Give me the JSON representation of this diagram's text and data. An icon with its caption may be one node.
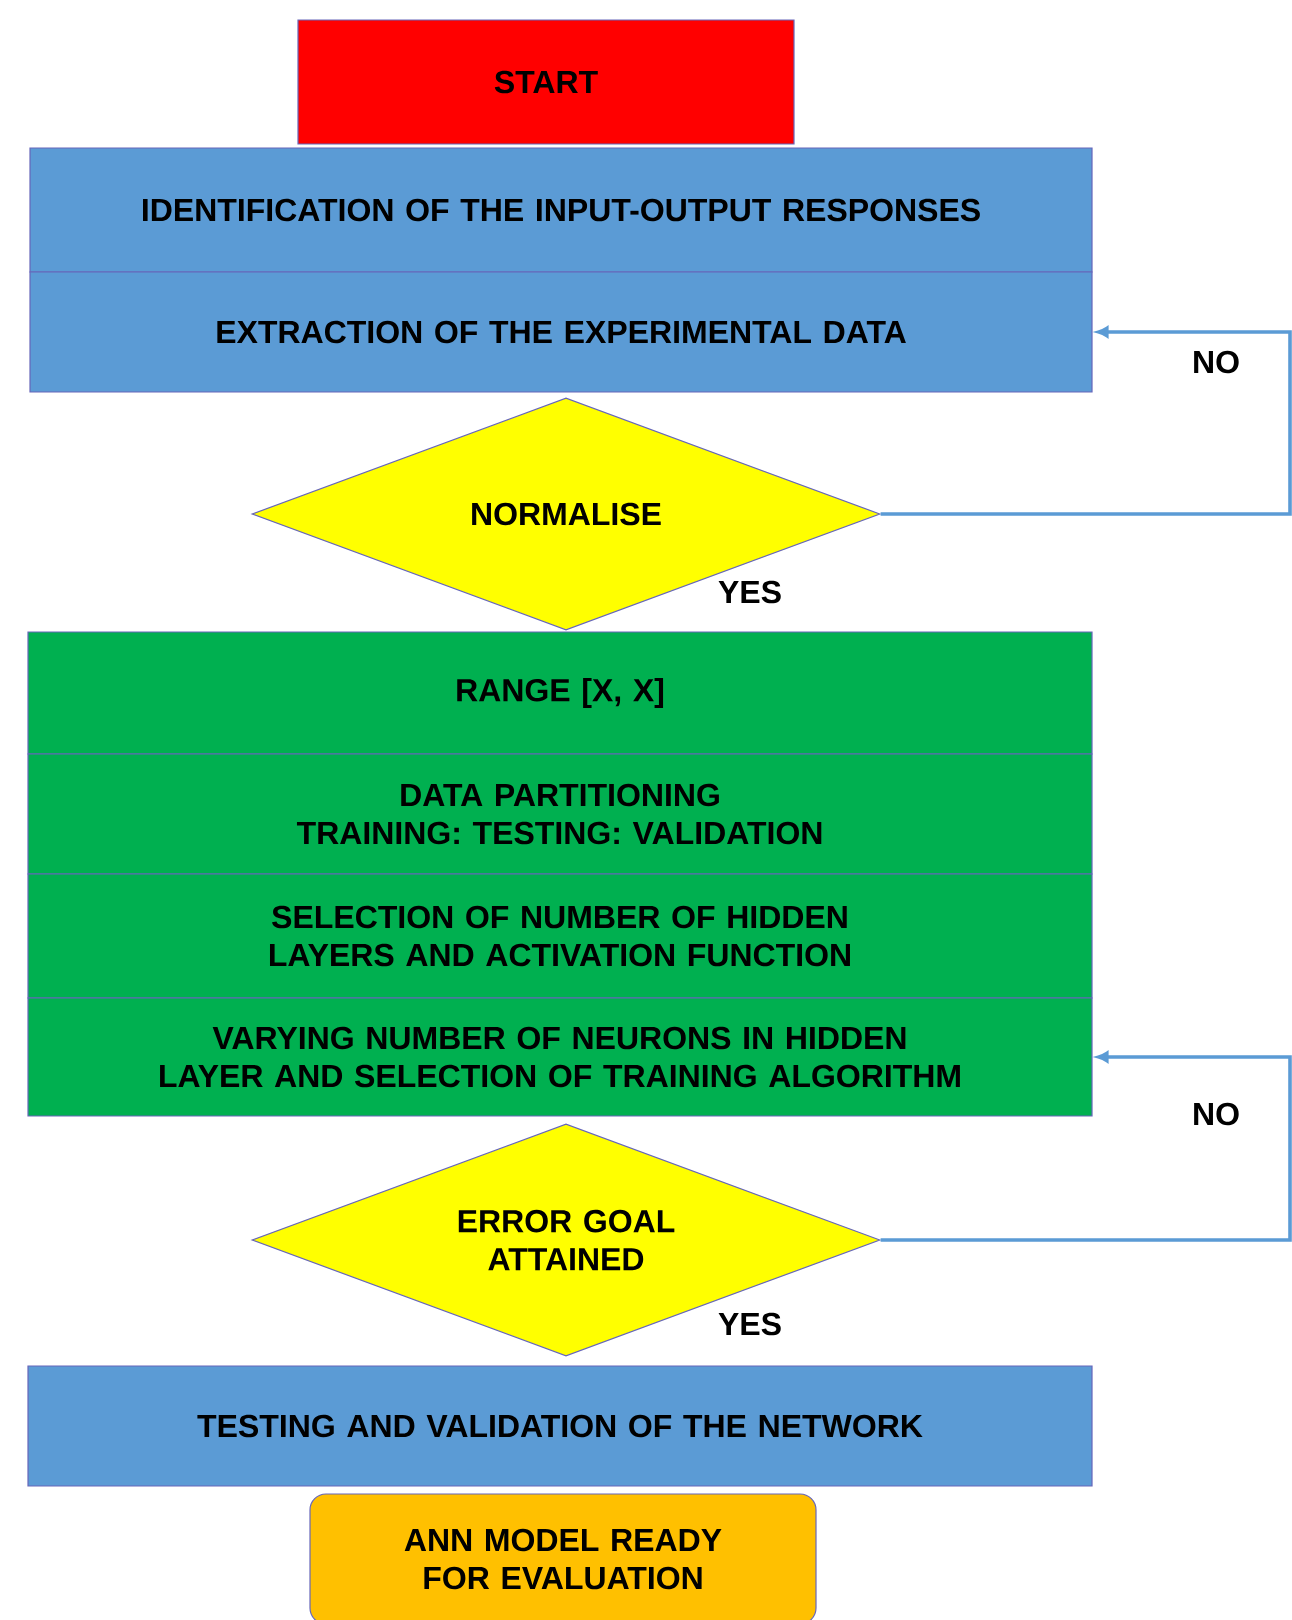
{
  "diagram": {
    "nodes": [
      {
        "text": [
          "START"
        ]
      },
      {
        "text": [
          "IDENTIFICATION OF THE INPUT-OUTPUT RESPONSES"
        ]
      },
      {
        "text": [
          "EXTRACTION OF THE EXPERIMENTAL DATA"
        ]
      },
      {
        "text": [
          "NORMALISE"
        ]
      },
      {
        "text": [
          "RANGE [X, X]"
        ]
      },
      {
        "text": [
          "DATA PARTITIONING",
          "TRAINING: TESTING: VALIDATION"
        ]
      },
      {
        "text": [
          "SELECTION OF NUMBER OF HIDDEN LAYERS AND ACTIVATION FUNCTION"
        ]
      },
      {
        "text": [
          "VARYING NUMBER OF NEURONS IN HIDDEN LAYER AND SELECTION OF TRAINING ALGORITHM"
        ]
      },
      {
        "text": [
          "ERROR GOAL ATTAINED"
        ]
      },
      {
        "text": [
          "TESTING AND VALIDATION OF THE NETWORK"
        ]
      },
      {
        "text": [
          "ANN MODEL READY FOR EVALUATION"
        ]
      }
    ],
    "edges": [
      {
        "from": 3,
        "to": 2,
        "arrow": "to",
        "label": "NO"
      },
      {
        "from": 8,
        "to": 7,
        "arrow": "to",
        "label": "NO"
      }
    ],
    "labels": [
      "YES",
      "YES"
    ]
  }
}
